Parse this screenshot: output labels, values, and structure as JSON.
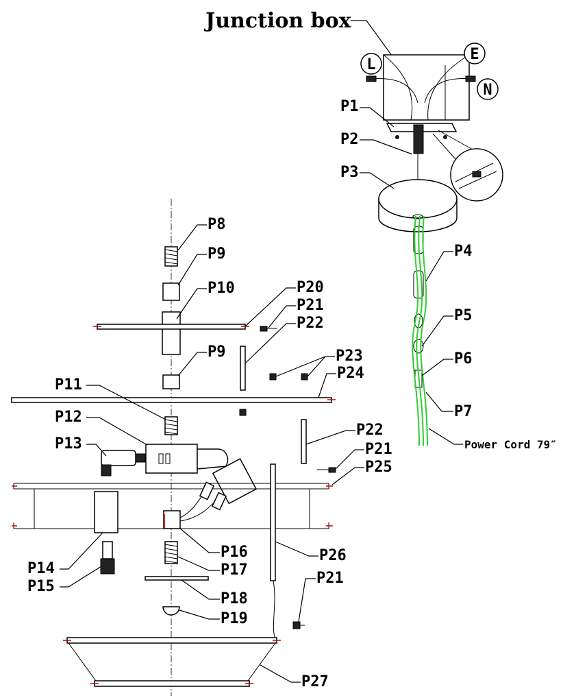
{
  "diagram": {
    "title": "Junction box",
    "wire_labels": {
      "live": "L",
      "earth": "E",
      "neutral": "N"
    },
    "part_labels": {
      "p1": "P1",
      "p2": "P2",
      "p3": "P3",
      "p4": "P4",
      "p5": "P5",
      "p6": "P6",
      "p7": "P7",
      "p8": "P8",
      "p9a": "P9",
      "p9b": "P9",
      "p10": "P10",
      "p11": "P11",
      "p12": "P12",
      "p13": "P13",
      "p14": "P14",
      "p15": "P15",
      "p16": "P16",
      "p17": "P17",
      "p18": "P18",
      "p19": "P19",
      "p20": "P20",
      "p21a": "P21",
      "p21b": "P21",
      "p21c": "P21",
      "p22a": "P22",
      "p22b": "P22",
      "p23": "P23",
      "p24": "P24",
      "p25": "P25",
      "p26": "P26",
      "p27": "P27"
    },
    "power_cord_label": "Power Cord 79″",
    "colors": {
      "cord": "#33cc33",
      "mark": "#d00000"
    }
  }
}
